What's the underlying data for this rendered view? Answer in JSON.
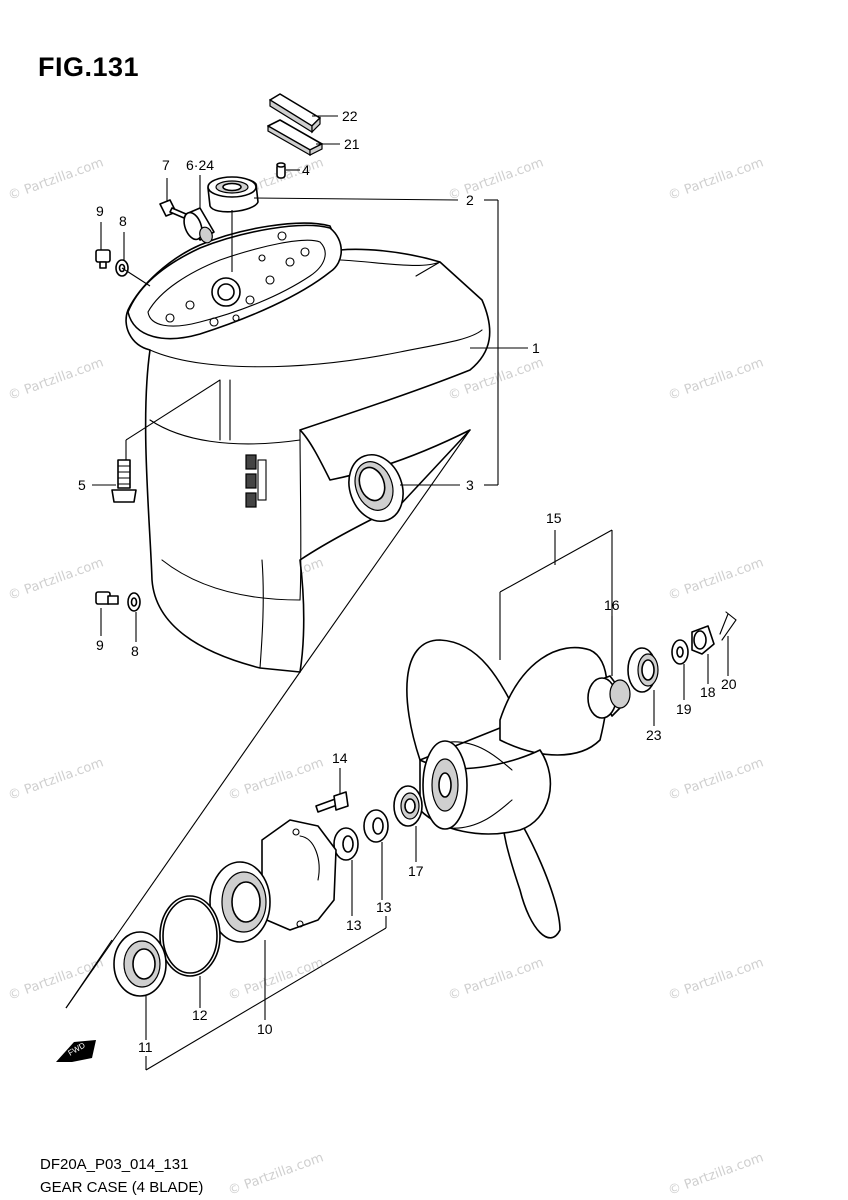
{
  "figure": {
    "title": "FIG.131",
    "code": "DF20A_P03_014_131",
    "name": "GEAR CASE (4 BLADE)"
  },
  "watermark": "© Partzilla.com",
  "fwd_label": "FWD",
  "callouts": {
    "c1": "1",
    "c2": "2",
    "c3": "3",
    "c4": "4",
    "c5": "5",
    "c6_24": "6·24",
    "c7": "7",
    "c8a": "8",
    "c8b": "8",
    "c9a": "9",
    "c9b": "9",
    "c10": "10",
    "c11": "11",
    "c12": "12",
    "c13a": "13",
    "c13b": "13",
    "c14": "14",
    "c15": "15",
    "c16": "16",
    "c17": "17",
    "c18": "18",
    "c19": "19",
    "c20": "20",
    "c21": "21",
    "c22": "22",
    "c23": "23"
  },
  "colors": {
    "line": "#000000",
    "watermark": "#cfcfcf",
    "background": "#ffffff"
  }
}
